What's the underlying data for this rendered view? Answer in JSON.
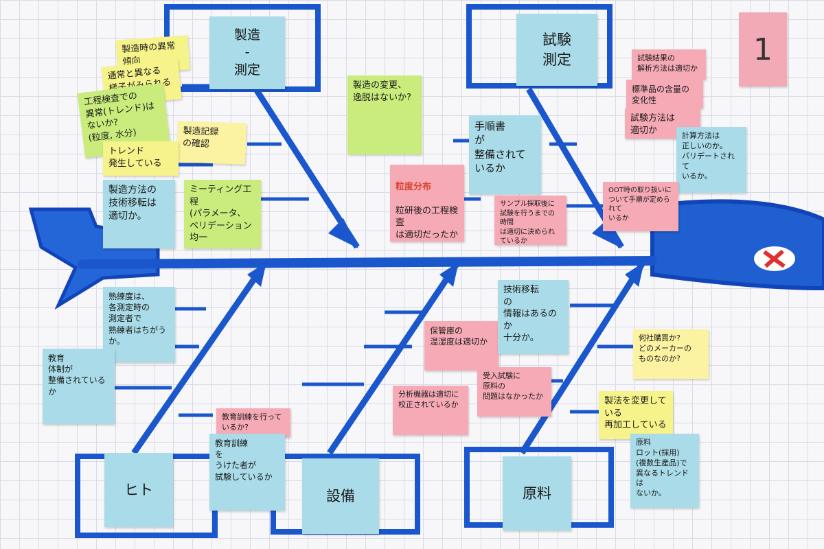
{
  "page_number": "1",
  "categories": {
    "manufacturing": "製造\n-\n測定",
    "testing": "試験\n測定",
    "people": "ヒト",
    "equipment": "設備",
    "materials": "原料"
  },
  "notes": {
    "n1": "製造時の異常傾向",
    "n2": "通常と異なる\n様子がみられる",
    "n3": "工程検査での\n異常(トレンド)は\nないか?\n(粒度, 水分)",
    "n4": "製造記録\nの確認",
    "n5": "トレンド\n発生している",
    "n6": "製造方法の\n技術移転は\n適切か。",
    "n7": "ミーティング工程\n(パラメータ、\nベリデーション\n均一",
    "n8": "製造の変更、\n逸脱はないか?",
    "n9": "手順書\nが\n整備されているか",
    "n10_head": "粒度分布",
    "n10": "粒研後の工程検査\nは適切だったか",
    "n11": "サンプル採取後に\n試験を行うまでの時間\nは適切に決められているか",
    "n12": "試験結果の\n解析方法は適切か",
    "n13": "標準品の含量の\n変化性",
    "n14": "試験方法は\n適切か",
    "n15": "計算方法は\n正しいのか。\nバリデートされて\nいるか。",
    "n16": "OOT時の取り扱いに\nついて手順が定められて\nいるか",
    "n17": "熟練度は、\n各測定時の\n測定者で\n熟練者はちがうか。",
    "n18": "教育\n体制が\n整備されているか",
    "n19": "教育訓練を行って\nいるか?",
    "n20": "教育訓練\nを\nうけた者が\n試験しているか",
    "n21": "保管庫の\n温湿度は適切か",
    "n22": "分析機器は適切に\n校正されているか",
    "n23": "技術移転\nの\n情報はあるのか\n十分か。",
    "n24": "受入試験に\n原料の\n問題はなかったか",
    "n25": "何社購買か?\nどのメーカーの\nものなのか?",
    "n26": "製法を変更している\n再加工している",
    "n27": "原料\nロット(採用)\n(複数生産品)で\n異なるトレンドは\nないか。"
  }
}
